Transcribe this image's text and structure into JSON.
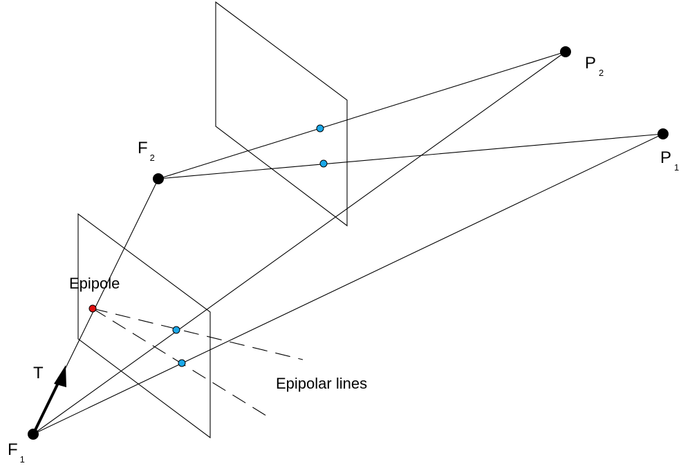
{
  "labels": {
    "F1": {
      "main": "F",
      "sub": "1"
    },
    "F2": {
      "main": "F",
      "sub": "2"
    },
    "P1": {
      "main": "P",
      "sub": "1"
    },
    "P2": {
      "main": "P",
      "sub": "2"
    },
    "T": "T",
    "epipole": "Epipole",
    "epipolar_lines": "Epipolar lines"
  },
  "colors": {
    "line": "#000000",
    "point": "#000000",
    "projection": "#1aa8e8",
    "epipole": "#e01010"
  }
}
